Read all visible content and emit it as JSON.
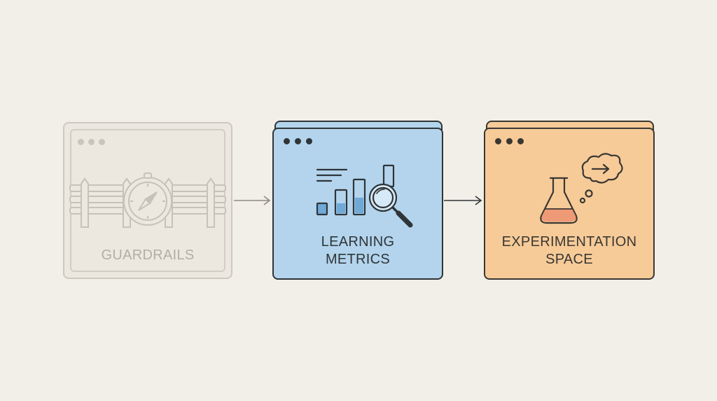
{
  "steps": [
    {
      "label_line1": "GUARDRAILS",
      "label_line2": ""
    },
    {
      "label_line1": "LEARNING",
      "label_line2": "METRICS"
    },
    {
      "label_line1": "EXPERIMENTATION",
      "label_line2": "SPACE"
    }
  ],
  "colors": {
    "background": "#f2efe8",
    "guardrails_fill": "#ece8e0",
    "metrics_fill": "#b3d4ec",
    "experiment_fill": "#f6cb98",
    "ink": "#2f3438",
    "muted": "#c9c5bd",
    "flask_liquid": "#ef9a76"
  },
  "icons": {
    "step1": "fence-compass-icon",
    "step2": "bar-chart-magnifier-icon",
    "step3": "flask-thought-bubble-icon"
  }
}
